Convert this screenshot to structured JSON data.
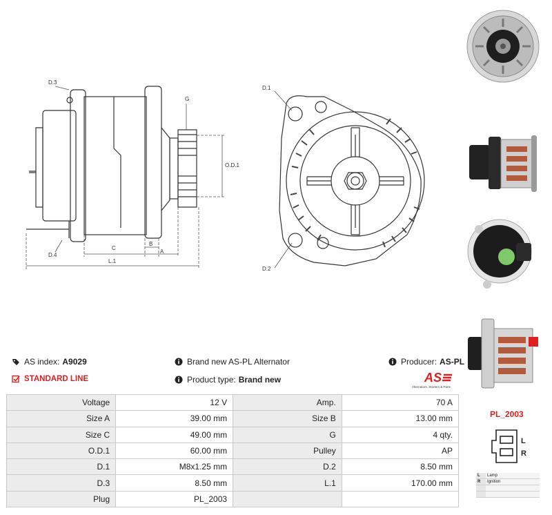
{
  "product": {
    "as_index_label": "AS index:",
    "as_index_value": "A9029",
    "description": "Brand new AS-PL Alternator",
    "producer_label": "Producer:",
    "producer_value": "AS-PL",
    "line": "STANDARD LINE",
    "type_label": "Product type:",
    "type_value": "Brand new"
  },
  "logo": {
    "main": "AS",
    "sub": "Alternators, Starters & Parts"
  },
  "drawing_labels": {
    "d3": "D.3",
    "g": "G",
    "od1": "O.D.1",
    "d4": "D.4",
    "c": "C",
    "b": "B",
    "a": "A",
    "l1": "L.1",
    "d1": "D.1",
    "d2": "D.2"
  },
  "specs": [
    {
      "l1": "Voltage",
      "v1": "12 V",
      "l2": "Amp.",
      "v2": "70 A"
    },
    {
      "l1": "Size A",
      "v1": "39.00 mm",
      "l2": "Size B",
      "v2": "13.00 mm"
    },
    {
      "l1": "Size C",
      "v1": "49.00 mm",
      "l2": "G",
      "v2": "4 qty."
    },
    {
      "l1": "O.D.1",
      "v1": "60.00 mm",
      "l2": "Pulley",
      "v2": "AP"
    },
    {
      "l1": "D.1",
      "v1": "M8x1.25 mm",
      "l2": "D.2",
      "v2": "8.50 mm"
    },
    {
      "l1": "D.3",
      "v1": "8.50 mm",
      "l2": "L.1",
      "v2": "170.00 mm"
    },
    {
      "l1": "Plug",
      "v1": "PL_2003",
      "l2": "",
      "v2": ""
    }
  ],
  "plug": {
    "title": "PL_2003",
    "pin_l": "L",
    "pin_r": "R",
    "legend": [
      {
        "k": "L",
        "v": "Lamp"
      },
      {
        "k": "R",
        "v": "Ignition"
      },
      {
        "k": "",
        "v": ""
      },
      {
        "k": "",
        "v": ""
      }
    ]
  },
  "colors": {
    "accent_red": "#e02020",
    "label_bg": "#ececec",
    "border": "#c9c9c9"
  },
  "icons": [
    "tag-icon",
    "info-icon",
    "checkbox-icon",
    "plug-icon"
  ]
}
